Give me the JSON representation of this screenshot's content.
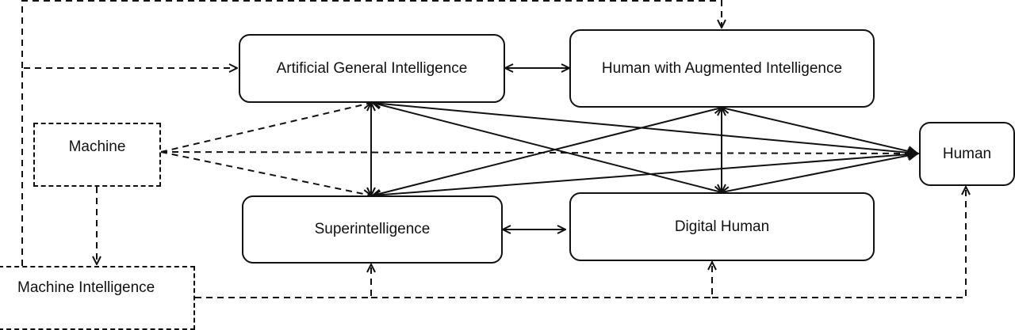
{
  "diagram": {
    "nodes": {
      "agi": {
        "label": "Artificial General Intelligence",
        "style": "solid"
      },
      "hai": {
        "label": "Human with Augmented Intelligence",
        "style": "solid"
      },
      "super": {
        "label": "Superintelligence",
        "style": "solid"
      },
      "dh": {
        "label": "Digital Human",
        "style": "solid"
      },
      "human": {
        "label": "Human",
        "style": "solid"
      },
      "machine": {
        "label": "Machine",
        "style": "dashed"
      },
      "mi": {
        "label": "Machine Intelligence",
        "style": "dashed"
      }
    },
    "edges": [
      {
        "from": "agi",
        "to": "hai",
        "style": "solid",
        "direction": "both"
      },
      {
        "from": "super",
        "to": "dh",
        "style": "solid",
        "direction": "both"
      },
      {
        "from": "agi",
        "to": "super",
        "style": "solid",
        "direction": "both"
      },
      {
        "from": "hai",
        "to": "dh",
        "style": "solid",
        "direction": "both"
      },
      {
        "from": "agi",
        "to": "dh",
        "style": "solid",
        "direction": "both"
      },
      {
        "from": "super",
        "to": "hai",
        "style": "solid",
        "direction": "both"
      },
      {
        "from": "agi",
        "to": "human",
        "style": "solid",
        "direction": "both"
      },
      {
        "from": "super",
        "to": "human",
        "style": "solid",
        "direction": "both"
      },
      {
        "from": "hai",
        "to": "human",
        "style": "solid",
        "direction": "both"
      },
      {
        "from": "dh",
        "to": "human",
        "style": "solid",
        "direction": "both"
      },
      {
        "from": "machine",
        "to": "agi",
        "style": "dashed",
        "direction": "forward"
      },
      {
        "from": "machine",
        "to": "super",
        "style": "dashed",
        "direction": "forward"
      },
      {
        "from": "machine",
        "to": "human",
        "style": "dashed",
        "direction": "forward"
      },
      {
        "from": "machine",
        "to": "mi",
        "style": "dashed",
        "direction": "forward"
      },
      {
        "from": "mi",
        "to": "agi",
        "style": "dashed",
        "direction": "forward"
      },
      {
        "from": "mi",
        "to": "hai",
        "style": "dashed",
        "direction": "forward"
      },
      {
        "from": "mi",
        "to": "super",
        "style": "dashed",
        "direction": "forward"
      },
      {
        "from": "mi",
        "to": "dh",
        "style": "dashed",
        "direction": "forward"
      },
      {
        "from": "mi",
        "to": "human",
        "style": "dashed",
        "direction": "forward"
      }
    ]
  }
}
